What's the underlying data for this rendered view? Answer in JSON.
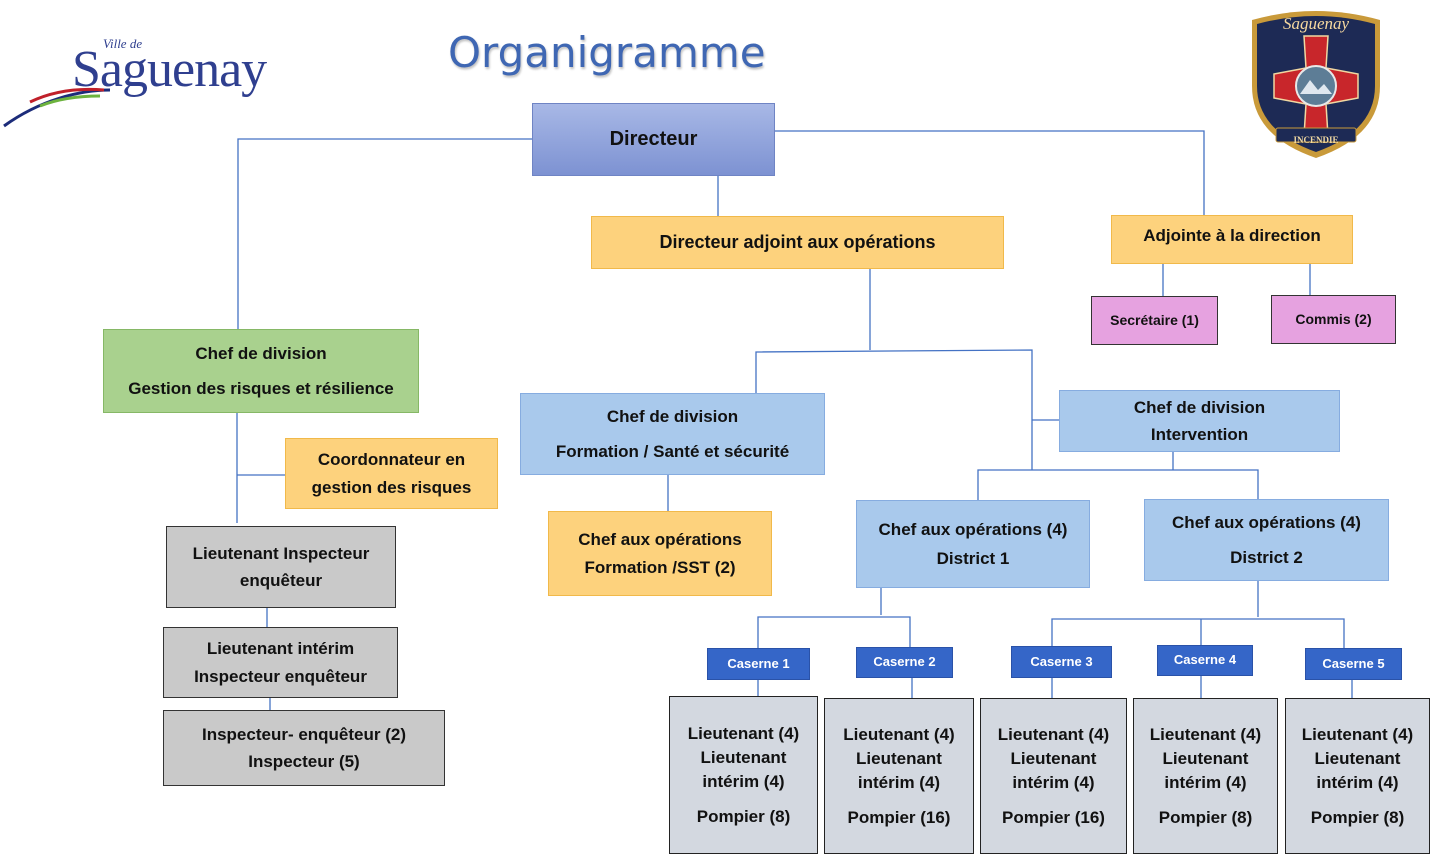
{
  "header": {
    "title": "Organigramme",
    "logo_left": {
      "line1": "Ville de",
      "line2": "Saguenay"
    },
    "badge": {
      "top": "Saguenay",
      "bottom": "INCENDIE"
    }
  },
  "colors": {
    "title": "#3f67b3",
    "director": "#8a9dd8",
    "deputy": "#fdd27d",
    "risk_division": "#a9d18e",
    "divisions": "#a9c9ec",
    "support": "#e6a2e0",
    "inspectors": "#c9c9c9",
    "stations": "#3566c8",
    "station_staff": "#d3d8e0",
    "lines": "#4472c4"
  },
  "org": {
    "directeur": "Directeur",
    "adjoint_operations": "Directeur adjoint aux opérations",
    "adjointe_direction": "Adjointe à la direction",
    "secretaire": "Secrétaire (1)",
    "commis": "Commis (2)",
    "gestion_risques": {
      "line1": "Chef de division",
      "line2": "Gestion des risques et résilience"
    },
    "coordonnateur": {
      "line1": "Coordonnateur en",
      "line2": "gestion des risques"
    },
    "lieutenant_inspecteur": {
      "line1": "Lieutenant Inspecteur",
      "line2": "enquêteur"
    },
    "lieutenant_interim": {
      "line1": "Lieutenant intérim",
      "line2": "Inspecteur enquêteur"
    },
    "inspecteurs": {
      "line1": "Inspecteur- enquêteur (2)",
      "line2": "Inspecteur (5)"
    },
    "formation": {
      "line1": "Chef de division",
      "line2": "Formation / Santé et sécurité"
    },
    "chef_ops_formation": {
      "line1": "Chef aux opérations",
      "line2": "Formation /SST (2)"
    },
    "intervention": {
      "line1": "Chef de division",
      "line2": "Intervention"
    },
    "district1": {
      "line1": "Chef aux opérations (4)",
      "line2": "District 1"
    },
    "district2": {
      "line1": "Chef aux opérations (4)",
      "line2": "District 2"
    },
    "casernes": [
      {
        "name": "Caserne 1",
        "lieutenant": "Lieutenant (4)",
        "interim1": "Lieutenant",
        "interim2": "intérim (4)",
        "pompier": "Pompier (8)"
      },
      {
        "name": "Caserne 2",
        "lieutenant": "Lieutenant (4)",
        "interim1": "Lieutenant",
        "interim2": "intérim (4)",
        "pompier": "Pompier (16)"
      },
      {
        "name": "Caserne 3",
        "lieutenant": "Lieutenant (4)",
        "interim1": "Lieutenant",
        "interim2": "intérim (4)",
        "pompier": "Pompier (16)"
      },
      {
        "name": "Caserne 4",
        "lieutenant": "Lieutenant (4)",
        "interim1": "Lieutenant",
        "interim2": "intérim (4)",
        "pompier": "Pompier (8)"
      },
      {
        "name": "Caserne 5",
        "lieutenant": "Lieutenant (4)",
        "interim1": "Lieutenant",
        "interim2": "intérim (4)",
        "pompier": "Pompier (8)"
      }
    ]
  }
}
